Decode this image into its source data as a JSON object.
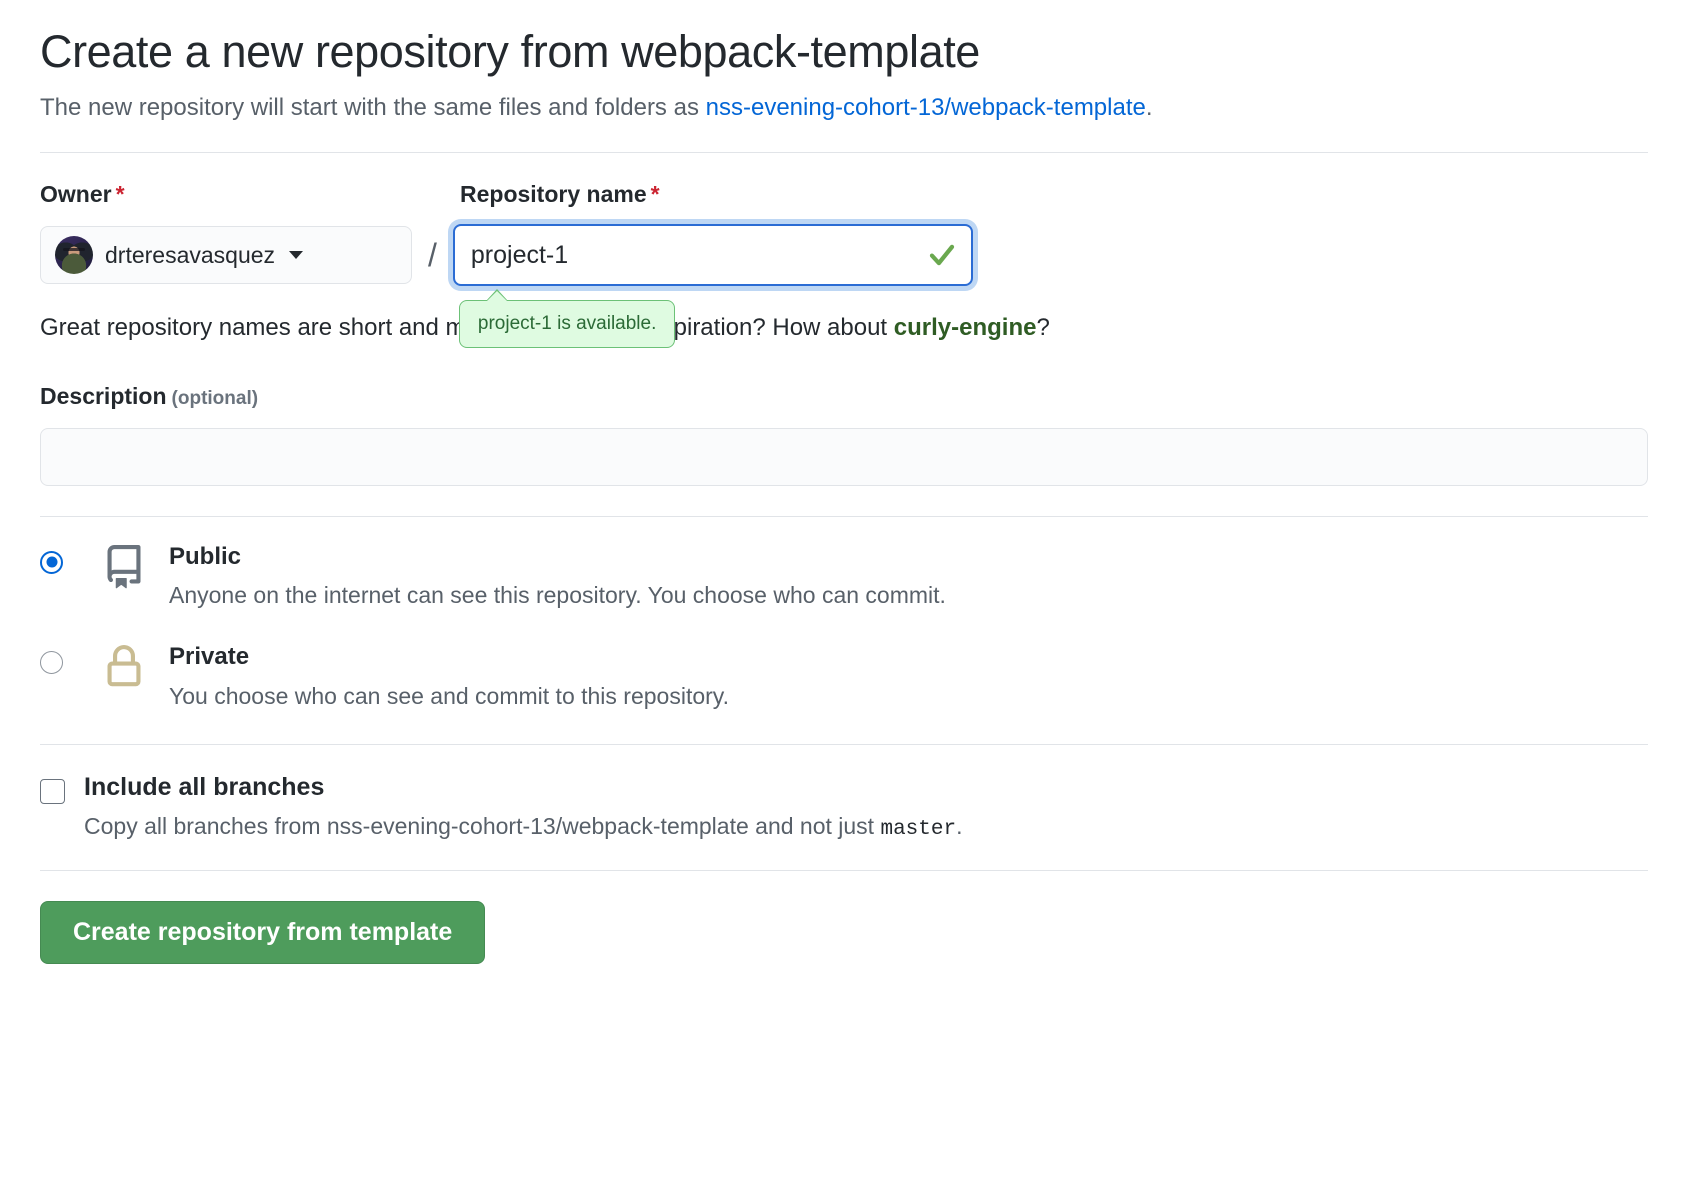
{
  "header": {
    "title": "Create a new repository from webpack-template",
    "subtitle_prefix": "The new repository will start with the same files and folders as ",
    "template_link": "nss-evening-cohort-13/webpack-template",
    "subtitle_suffix": "."
  },
  "owner": {
    "label": "Owner",
    "required_marker": "*",
    "name": "drteresavasquez",
    "caret_icon": "chevron-down-icon",
    "avatar_icon": "user-avatar"
  },
  "separator": "/",
  "repo_name": {
    "label": "Repository name",
    "required_marker": "*",
    "value": "project-1",
    "placeholder": "",
    "valid_icon": "check-icon",
    "tooltip": "project-1 is available."
  },
  "name_hint": {
    "text_before": "Great repository names are short and memorable. Need inspiration? How about ",
    "suggestion": "curly-engine",
    "text_after": "?"
  },
  "description": {
    "label": "Description",
    "optional_label": "(optional)",
    "value": "",
    "placeholder": ""
  },
  "visibility": {
    "options": [
      {
        "id": "public",
        "title": "Public",
        "description": "Anyone on the internet can see this repository. You choose who can commit.",
        "icon": "repo-book-icon",
        "selected": true
      },
      {
        "id": "private",
        "title": "Private",
        "description": "You choose who can see and commit to this repository.",
        "icon": "lock-icon",
        "selected": false
      }
    ]
  },
  "branches": {
    "title": "Include all branches",
    "desc_before": "Copy all branches from nss-evening-cohort-13/webpack-template and not just ",
    "desc_mono": "master",
    "desc_after": ".",
    "checked": false
  },
  "submit": {
    "label": "Create repository from template"
  },
  "colors": {
    "accent_blue": "#0366d6",
    "link_blue": "#0366d6",
    "required_red": "#cb2431",
    "success_green": "#6cc177",
    "button_green": "#4e9c5c",
    "suggestion_green": "#2f5c24",
    "lock_tan": "#c9bc92",
    "muted_text": "#586069"
  }
}
